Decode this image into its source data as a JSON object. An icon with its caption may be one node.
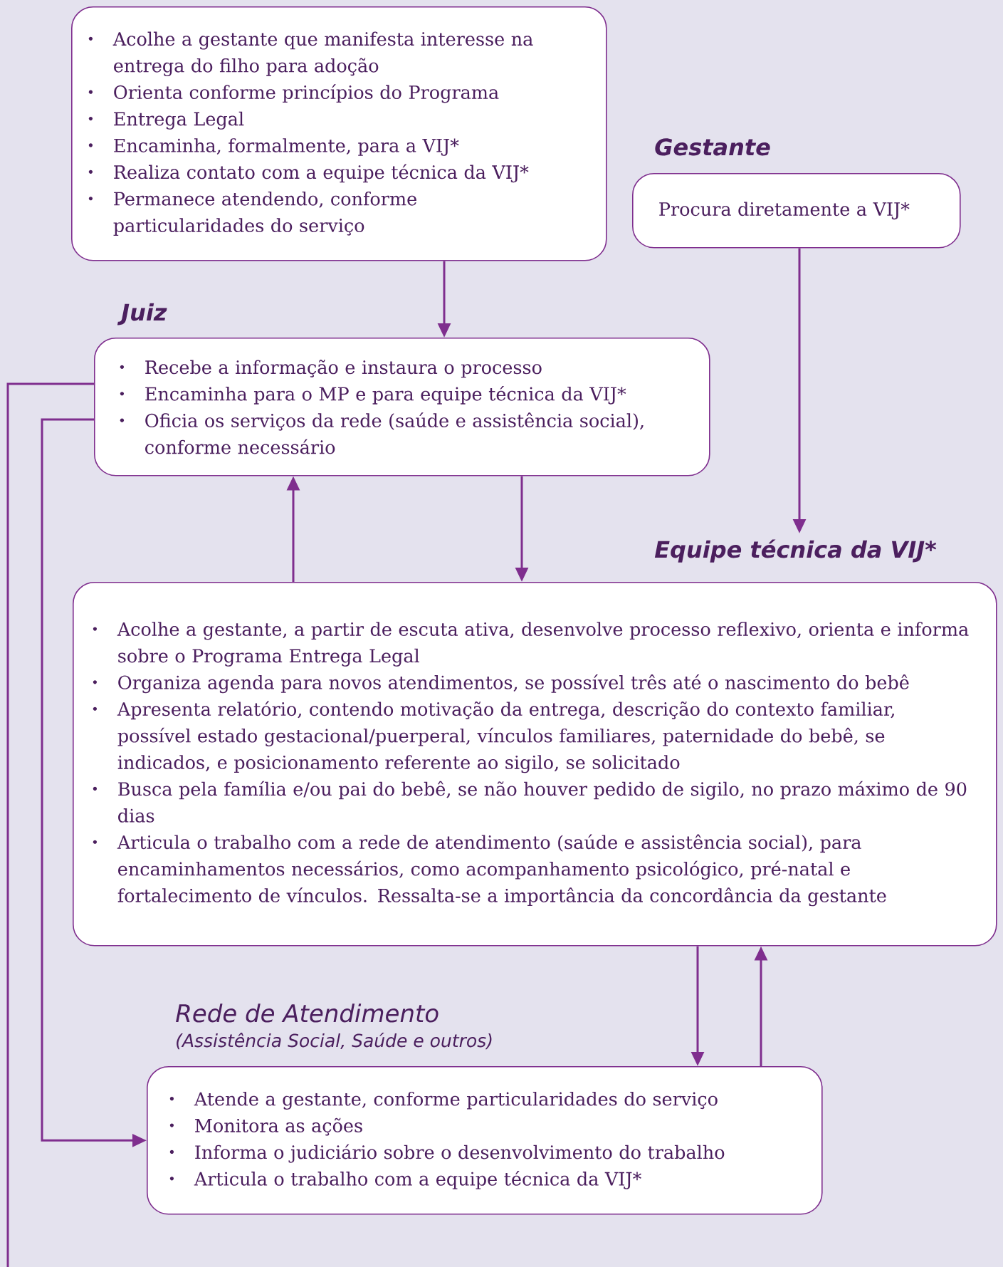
{
  "diagram": {
    "nodes": [
      {
        "text": [
          "Acolhe a gestante que manifesta interesse na entrega do filho para adoção",
          "Orienta conforme princípios do Programa",
          "Entrega Legal",
          "Encaminha, formalmente, para a VIJ*",
          "Realiza contato com a equipe técnica da VIJ*",
          "Permanece atendendo, conforme particularidades do serviço"
        ]
      },
      {
        "text": [
          "Gestante",
          "Procura diretamente a VIJ*"
        ]
      },
      {
        "text": [
          "Juiz",
          "Recebe a informação e instaura o processo",
          "Encaminha para o MP e para equipe técnica da VIJ*",
          "Oficia os serviços da rede (saúde e assistência social), conforme necessário"
        ]
      },
      {
        "text": [
          "Equipe técnica da VIJ*",
          "Acolhe a gestante, a partir de escuta ativa, desenvolve processo reflexivo, orienta e informa sobre o Programa Entrega Legal",
          "Organiza agenda para novos atendimentos, se possível três até o nascimento do bebê",
          "Apresenta relatório, contendo motivação da entrega, descrição do contexto familiar, possível estado gestacional/puerperal, vínculos familiares, paternidade do bebê, se indicados, e posicionamento referente ao sigilo, se solicitado",
          "Busca pela família e/ou pai do bebê, se não houver pedido de sigilo, no prazo máximo de 90 dias",
          "Articula o trabalho com a rede de atendimento (saúde e assistência social), para encaminhamentos necessários, como acompanhamento psicológico, pré-natal e fortalecimento de vínculos. Ressalta-se a importância da concordância da gestante"
        ]
      },
      {
        "text": [
          "Rede de Atendimento",
          "(Assistência Social, Saúde e outros)",
          "Atende a gestante, conforme particularidades do serviço",
          "Monitora as ações",
          "Informa o judiciário sobre o desenvolvimento do trabalho",
          "Articula o trabalho com a equipe técnica da VIJ*"
        ]
      }
    ],
    "edges": [
      {
        "from": 0,
        "to": 2,
        "arrow": "to"
      },
      {
        "from": 1,
        "to": 3,
        "arrow": "to"
      },
      {
        "from": 3,
        "to": 2,
        "arrow": "to"
      },
      {
        "from": 2,
        "to": 3,
        "arrow": "to"
      },
      {
        "from": 3,
        "to": 4,
        "arrow": "to"
      },
      {
        "from": 4,
        "to": 3,
        "arrow": "to"
      },
      {
        "from": 2,
        "to": 4,
        "arrow": "to"
      },
      {
        "from": 2,
        "to": null,
        "arrow": "none"
      }
    ]
  }
}
